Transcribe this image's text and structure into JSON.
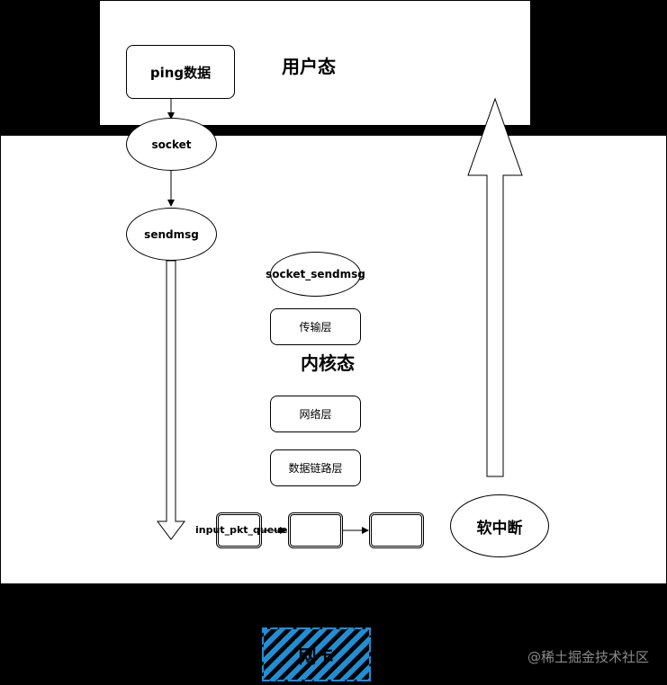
{
  "diagram": {
    "user_space_label": "用户态",
    "kernel_space_label": "内核态",
    "nodes": {
      "ping_data": "ping数据",
      "socket": "socket",
      "sendmsg": "sendmsg",
      "socket_sendmsg": "socket_sendmsg",
      "transport_layer": "传输层",
      "network_layer": "网络层",
      "data_link_layer": "数据链路层",
      "input_pkt_queue": "input_pkt_queue",
      "softirq": "软中断",
      "nic": "网卡"
    },
    "watermark": "@稀土掘金技术社区"
  }
}
